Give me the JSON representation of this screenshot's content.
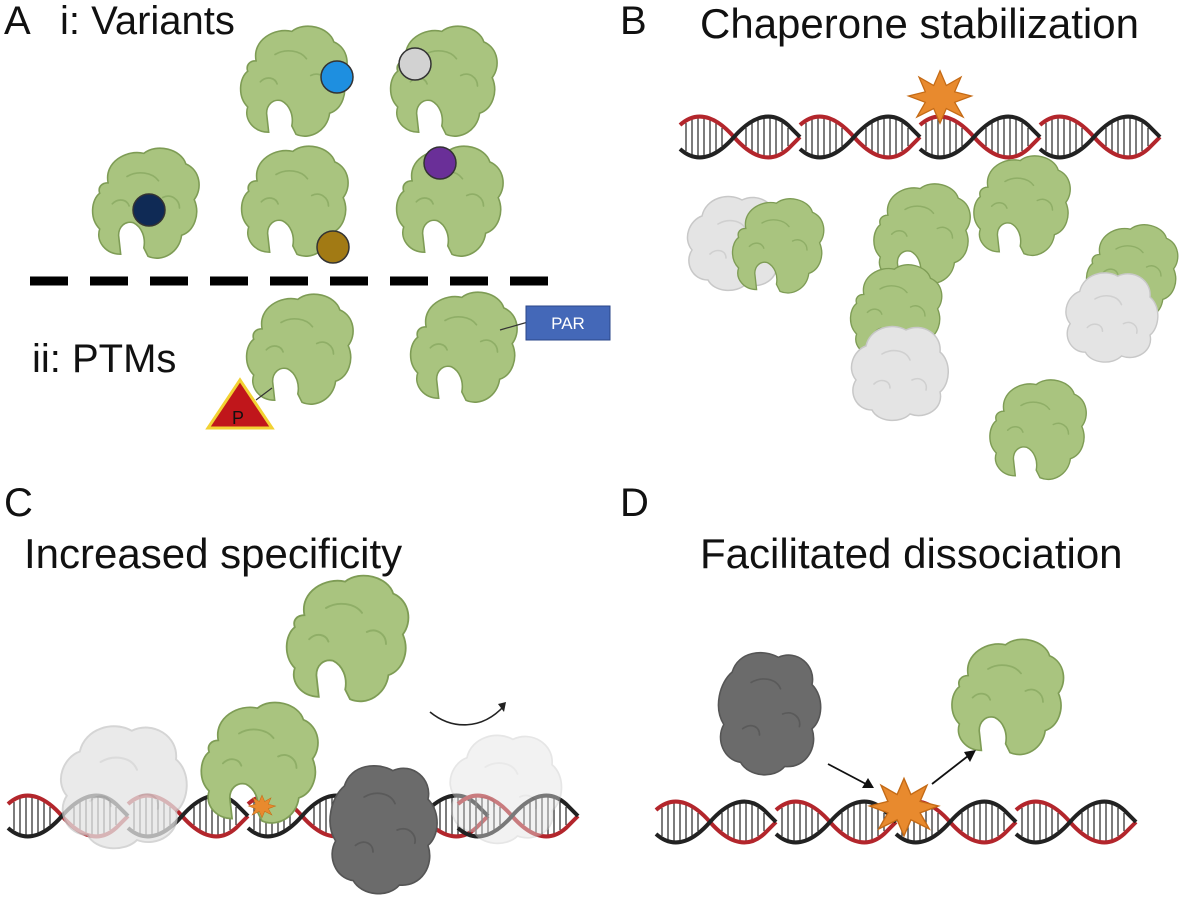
{
  "panels": {
    "a": {
      "letter": "A",
      "sub_i": "i: Variants",
      "sub_ii": "ii: PTMs",
      "ptm_par_label": "PAR",
      "ptm_p_label": "P"
    },
    "b": {
      "letter": "B",
      "title": "Chaperone stabilization"
    },
    "c": {
      "letter": "C",
      "title": "Increased specificity"
    },
    "d": {
      "letter": "D",
      "title": "Facilitated dissociation"
    }
  },
  "colors": {
    "protein": "#a9c47f",
    "protein_dark": "#7e9c55",
    "chaperone": "#e4e4e4",
    "competitor": "#6b6b6b",
    "dna_red": "#b3262c",
    "dna_black": "#222222",
    "lesion": "#e88a2e",
    "variant_blue": "#1e8fe0",
    "variant_light": "#d2d2d2",
    "variant_navy": "#0f2a55",
    "variant_purple": "#6a2f98",
    "variant_brown": "#a27a14",
    "par_box": "#4468b8",
    "p_triangle": "#c0161b",
    "p_triangle_edge": "#f2d233"
  },
  "icons": [
    "protein-icon",
    "chaperone-icon",
    "dna-helix-icon",
    "lesion-burst-icon"
  ]
}
